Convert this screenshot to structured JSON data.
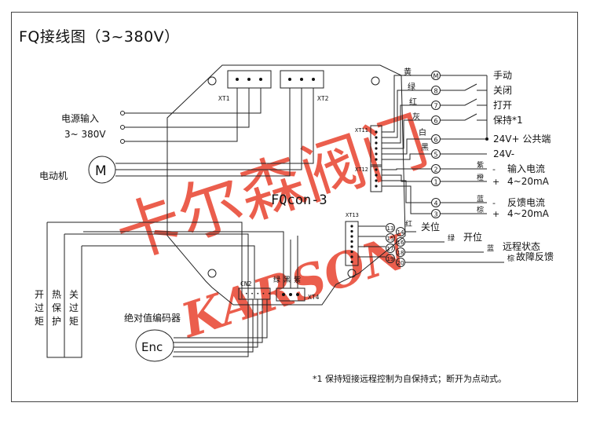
{
  "title": "FQ接线图（3~380V）",
  "watermark": {
    "chinese": "卡尔森阀门",
    "latin": "KARSON",
    "color": "#e8432e"
  },
  "board": {
    "name": "FQcon-3",
    "connectors": {
      "xt1": "XT1",
      "xt2": "XT2",
      "xt11": "XT11",
      "xt12": "XT12",
      "xt13": "XT13",
      "xt4": "XT4",
      "cn2": "CN2"
    }
  },
  "left": {
    "power_label": "电源输入",
    "power_spec": "3~  380V",
    "motor_label": "电动机",
    "motor_symbol": "M",
    "switches": [
      "开过矩",
      "热保护",
      "关过矩"
    ],
    "encoder_label": "绝对值编码器",
    "encoder_symbol": "Enc"
  },
  "xt4_wires": [
    "绿",
    "黑",
    "紫"
  ],
  "xt11_wires": [
    "黄",
    "绿",
    "红",
    "灰",
    "白",
    "黑"
  ],
  "terminals_top": [
    {
      "num": "M",
      "label": "手动"
    },
    {
      "num": "8",
      "label": "关闭"
    },
    {
      "num": "7",
      "label": "打开"
    },
    {
      "num": "6",
      "label": "保持*1"
    },
    {
      "num": "6",
      "label": "24V+  公共端"
    },
    {
      "num": "5",
      "label": "24V-"
    }
  ],
  "terminals_mid": [
    {
      "num": "2",
      "wire": "紫",
      "sign": "-",
      "label": "输入电流"
    },
    {
      "num": "1",
      "wire": "橙",
      "sign": "+",
      "label": "4~20mA"
    },
    {
      "num": "4",
      "wire": "蓝",
      "sign": "-",
      "label": "反馈电流"
    },
    {
      "num": "3",
      "wire": "棕",
      "sign": "+",
      "label": "4~20mA"
    }
  ],
  "terminals_bottom": [
    {
      "nums": [
        "13",
        "14"
      ],
      "wire": "红",
      "label": "关位"
    },
    {
      "nums": [
        "15",
        "16"
      ],
      "wire": "绿",
      "label": "开位"
    },
    {
      "nums": [
        "17",
        "18"
      ],
      "wire": "蓝",
      "label": "远程状态"
    },
    {
      "nums": [
        "19",
        "20"
      ],
      "wire": "棕",
      "label": "故障反馈"
    }
  ],
  "footnote": "*1  保持短接远程控制为自保持式；断开为点动式。"
}
